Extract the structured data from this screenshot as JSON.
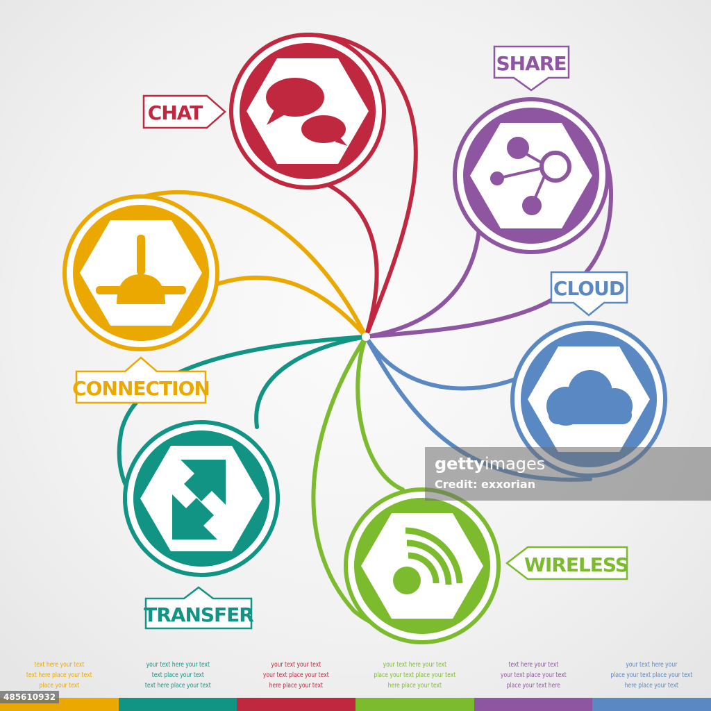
{
  "colors": {
    "chat": "#c0283f",
    "share": "#8e55a0",
    "connection": "#eaa800",
    "cloud": "#5a88c2",
    "transfer": "#129484",
    "wireless": "#7cba2e"
  },
  "labels": {
    "chat": "CHAT",
    "share": "SHARE",
    "cloud": "CLOUD",
    "connection": "CONNECTION",
    "transfer": "TRANSFER",
    "wireless": "WIRELESS"
  },
  "icons": {
    "chat": "chat-bubbles-icon",
    "share": "share-icon",
    "connection": "network-connection-icon",
    "cloud": "cloud-icon",
    "transfer": "transfer-arrows-icon",
    "wireless": "wireless-icon"
  },
  "columns": [
    {
      "lines": [
        "text here your text",
        "text here place your text",
        "place your text"
      ]
    },
    {
      "lines": [
        "your text here your text",
        "text place your text",
        "text here place your text"
      ]
    },
    {
      "lines": [
        "your text your text",
        "your text place your text",
        "here place your text"
      ]
    },
    {
      "lines": [
        "your text here your text",
        "place your text place your text",
        "here place your text"
      ]
    },
    {
      "lines": [
        "text here your text",
        "your text place your text",
        "place your text here"
      ]
    },
    {
      "lines": [
        "your text here your",
        "place your text place your text",
        "here place your text"
      ]
    }
  ],
  "watermark": {
    "brand_bold": "getty",
    "brand_light": "images",
    "credit": "Credit: exxorian",
    "id": "485610932"
  }
}
